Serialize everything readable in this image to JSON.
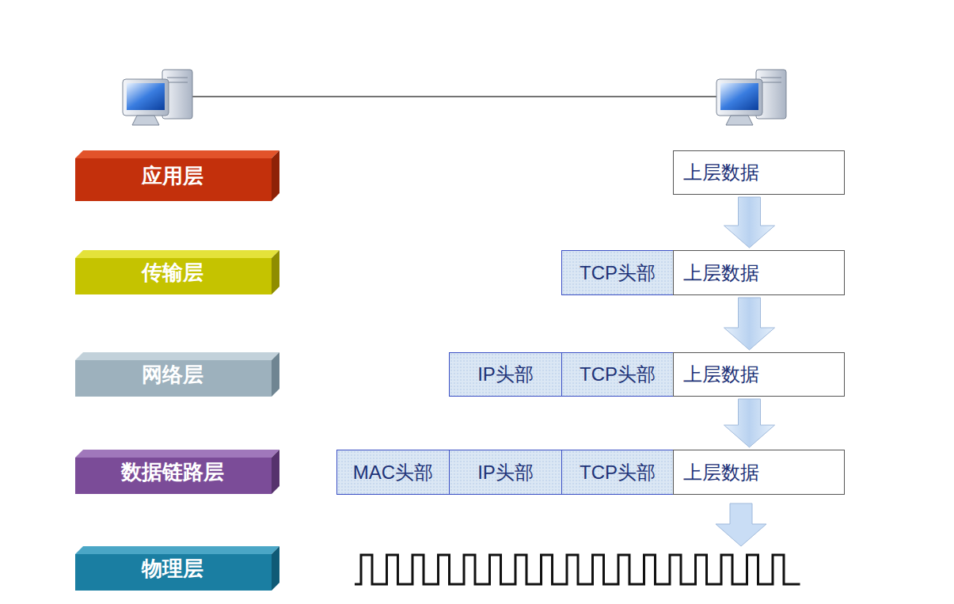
{
  "diagram": {
    "nodes": [
      {
        "text": [
          "应用层"
        ]
      },
      {
        "text": [
          "上层数据"
        ]
      },
      {
        "text": [
          "传输层"
        ]
      },
      {
        "text": [
          "TCP头部"
        ]
      },
      {
        "text": [
          "上层数据"
        ]
      },
      {
        "text": [
          "网络层"
        ]
      },
      {
        "text": [
          "IP头部"
        ]
      },
      {
        "text": [
          "TCP头部"
        ]
      },
      {
        "text": [
          "上层数据"
        ]
      },
      {
        "text": [
          "数据链路层"
        ]
      },
      {
        "text": [
          "MAC头部"
        ]
      },
      {
        "text": [
          "IP头部"
        ]
      },
      {
        "text": [
          "TCP头部"
        ]
      },
      {
        "text": [
          "上层数据"
        ]
      },
      {
        "text": [
          "物理层"
        ]
      }
    ],
    "edges": [
      {
        "from": 1,
        "to": 4,
        "arrow": "to"
      },
      {
        "from": 4,
        "to": 8,
        "arrow": "to"
      },
      {
        "from": 8,
        "to": 13,
        "arrow": "to"
      }
    ]
  }
}
